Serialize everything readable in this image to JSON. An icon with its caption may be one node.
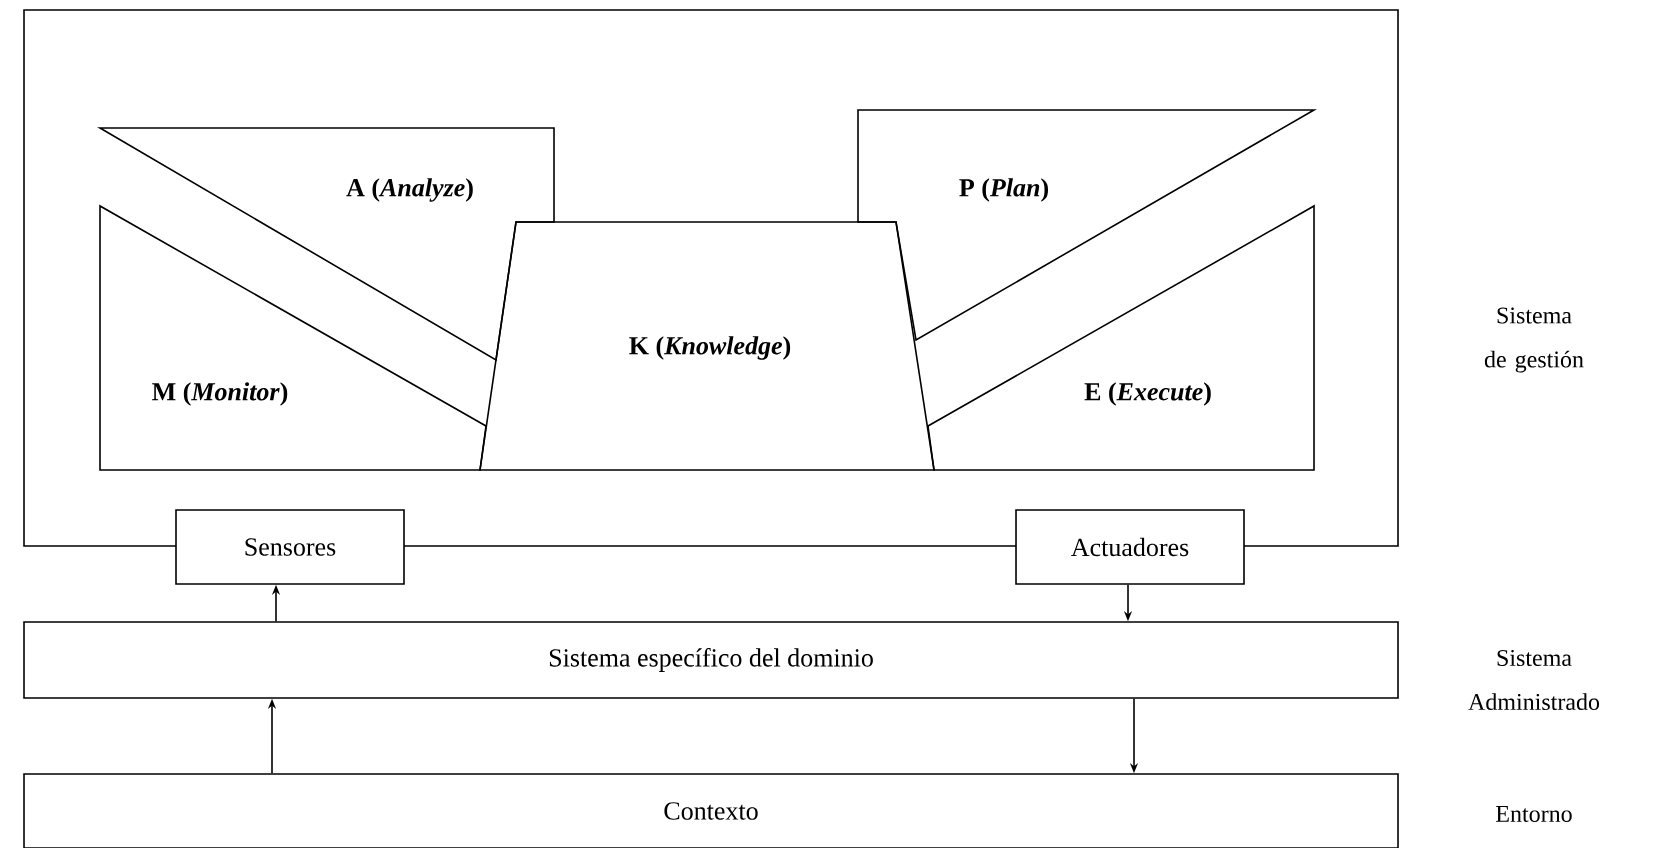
{
  "diagram": {
    "nodes": [
      {
        "text": [],
        "shape": "box"
      },
      {
        "text": [
          "A (*Analyze*)"
        ],
        "in": 0
      },
      {
        "text": [
          "P (*Plan*)"
        ],
        "in": 0
      },
      {
        "text": [
          "M (*Monitor*)"
        ],
        "in": 0
      },
      {
        "text": [
          "K (*Knowledge*)"
        ],
        "in": 0
      },
      {
        "text": [
          "E (*Execute*)"
        ],
        "in": 0
      },
      {
        "text": [
          "Sensores"
        ]
      },
      {
        "text": [
          "Actuadores"
        ]
      },
      {
        "text": [
          "Sistema específico del dominio"
        ]
      },
      {
        "text": [
          "Contexto"
        ]
      }
    ],
    "edges": [
      {
        "from": 8,
        "to": 6,
        "arrow": "to"
      },
      {
        "from": 7,
        "to": 8,
        "arrow": "to"
      },
      {
        "from": 9,
        "to": 8,
        "arrow": "to"
      },
      {
        "from": 8,
        "to": 9,
        "arrow": "to"
      }
    ],
    "labels": [
      "Sistema de gestión",
      "Sistema Administrado",
      "Entorno"
    ]
  }
}
